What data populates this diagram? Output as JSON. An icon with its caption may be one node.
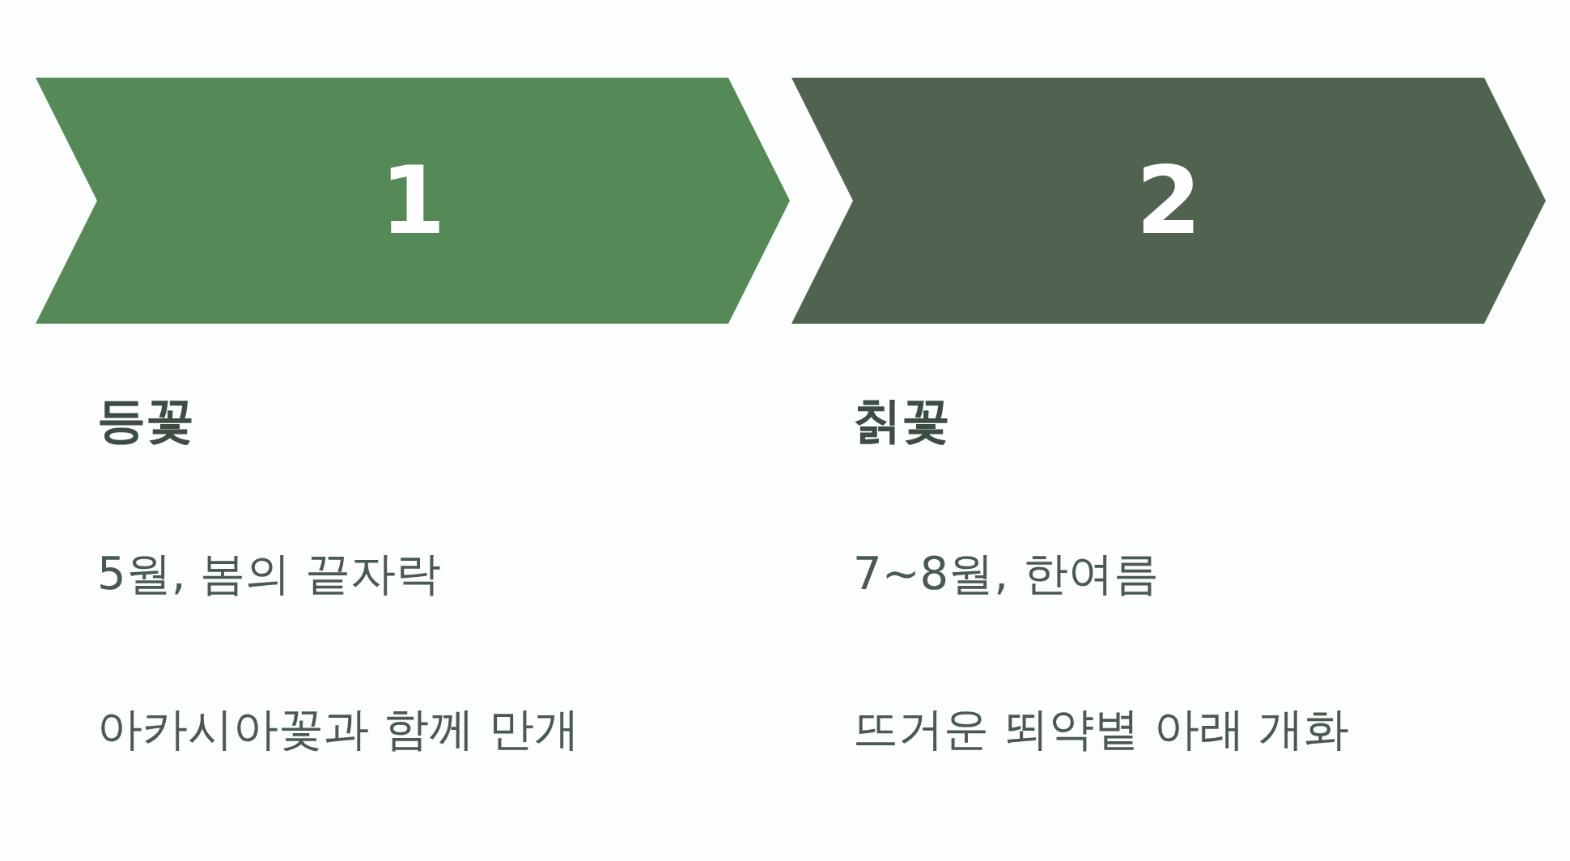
{
  "diagram": {
    "nodes": [
      {
        "text": [
          "1"
        ],
        "beside": [
          "등꽃",
          "5월, 봄의 끝자락",
          "아카시아꽃과 함께 만개"
        ]
      },
      {
        "text": [
          "2"
        ],
        "beside": [
          "칡꽃",
          "7~8월, 한여름",
          "뜨거운 뙤약볕 아래 개화"
        ]
      }
    ]
  }
}
